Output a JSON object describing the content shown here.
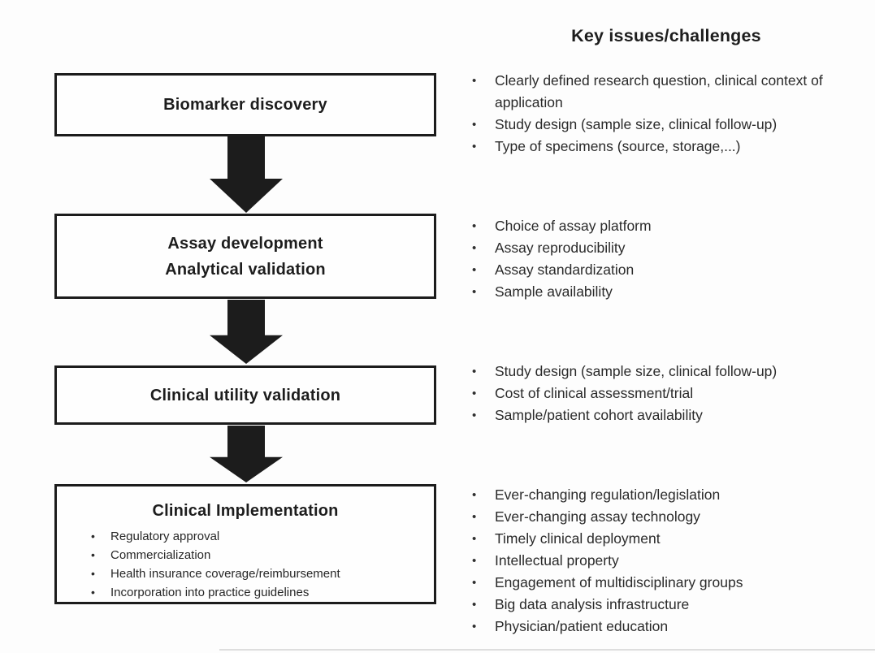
{
  "header": {
    "title": "Key issues/challenges"
  },
  "stages": [
    {
      "title": "Biomarker discovery",
      "sub_bullets": []
    },
    {
      "title": "Assay development\nAnalytical validation",
      "sub_bullets": []
    },
    {
      "title": "Clinical utility validation",
      "sub_bullets": []
    },
    {
      "title": "Clinical Implementation",
      "sub_bullets": [
        "Regulatory approval",
        "Commercialization",
        "Health insurance coverage/reimbursement",
        "Incorporation into practice guidelines"
      ]
    }
  ],
  "challenges": [
    {
      "items": [
        "Clearly defined research question, clinical context of application",
        "Study design (sample size, clinical follow-up)",
        "Type of specimens (source, storage,...)"
      ]
    },
    {
      "items": [
        "Choice of assay platform",
        "Assay reproducibility",
        "Assay standardization",
        "Sample availability"
      ]
    },
    {
      "items": [
        "Study design (sample size, clinical follow-up)",
        "Cost of clinical assessment/trial",
        "Sample/patient cohort availability"
      ]
    },
    {
      "items": [
        "Ever-changing regulation/legislation",
        "Ever-changing assay technology",
        "Timely clinical deployment",
        "Intellectual property",
        "Engagement of multidisciplinary groups",
        "Big data analysis infrastructure",
        "Physician/patient education"
      ]
    }
  ],
  "colors": {
    "box_border": "#1c1c1c",
    "arrow": "#1c1c1c",
    "text": "#2a2a2a",
    "background": "#fdfdfd"
  }
}
